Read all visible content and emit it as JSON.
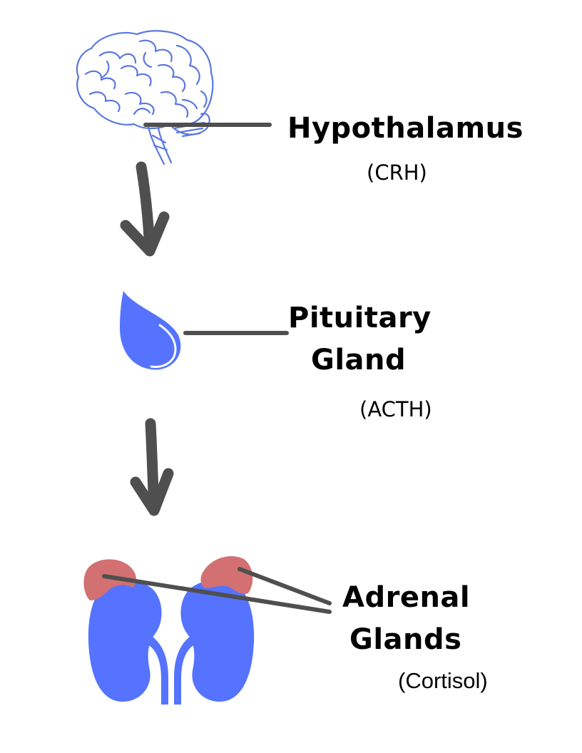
{
  "stages": {
    "hypothalamus": {
      "name": "Hypothalamus",
      "hormone": "(CRH)"
    },
    "pituitary": {
      "name_line1": "Pituitary",
      "name_line2": "Gland",
      "hormone": "(ACTH)"
    },
    "adrenal": {
      "name_line1": "Adrenal",
      "name_line2": "Glands",
      "hormone": "(Cortisol)"
    }
  },
  "icons": {
    "brain": "brain-icon",
    "pituitary": "pituitary-drop-icon",
    "kidneys": "kidneys-icon",
    "adrenal": "adrenal-gland-icon",
    "arrow": "arrow-down-icon"
  },
  "colors": {
    "organ_blue": "#5573ff",
    "brain_outline": "#5a78e0",
    "adrenal_red": "#d37072",
    "connector": "#4f4f4f",
    "text": "#000000"
  }
}
